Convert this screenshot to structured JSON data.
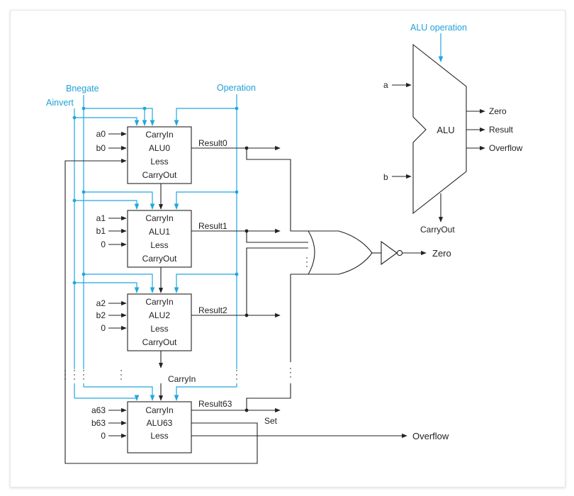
{
  "colors": {
    "control_lines": "#22a7de",
    "wires": "#222222",
    "card_bg": "#ffffff"
  },
  "control_labels": {
    "ainvert": "Ainvert",
    "bnegate": "Bnegate",
    "operation": "Operation"
  },
  "alus": [
    {
      "name": "ALU0",
      "a": "a0",
      "b": "b0",
      "less": "",
      "result": "Result0",
      "carry_in": "CarryIn",
      "less_port": "Less",
      "carry_out": "CarryOut"
    },
    {
      "name": "ALU1",
      "a": "a1",
      "b": "b1",
      "less": "0",
      "result": "Result1",
      "carry_in": "CarryIn",
      "less_port": "Less",
      "carry_out": "CarryOut"
    },
    {
      "name": "ALU2",
      "a": "a2",
      "b": "b2",
      "less": "0",
      "result": "Result2",
      "carry_in": "CarryIn",
      "less_port": "Less",
      "carry_out": "CarryOut"
    },
    {
      "name": "ALU63",
      "a": "a63",
      "b": "b63",
      "less": "0",
      "result": "Result63",
      "carry_in": "CarryIn",
      "less_port": "Less",
      "carry_out": ""
    }
  ],
  "chain": {
    "carry_in_label": "CarryIn",
    "set_label": "Set",
    "overflow_label": "Overflow",
    "zero_label": "Zero"
  },
  "symbol": {
    "operation": "ALU operation",
    "name": "ALU",
    "in_a": "a",
    "in_b": "b",
    "outputs": [
      "Zero",
      "Result",
      "Overflow"
    ],
    "carry_out": "CarryOut"
  }
}
